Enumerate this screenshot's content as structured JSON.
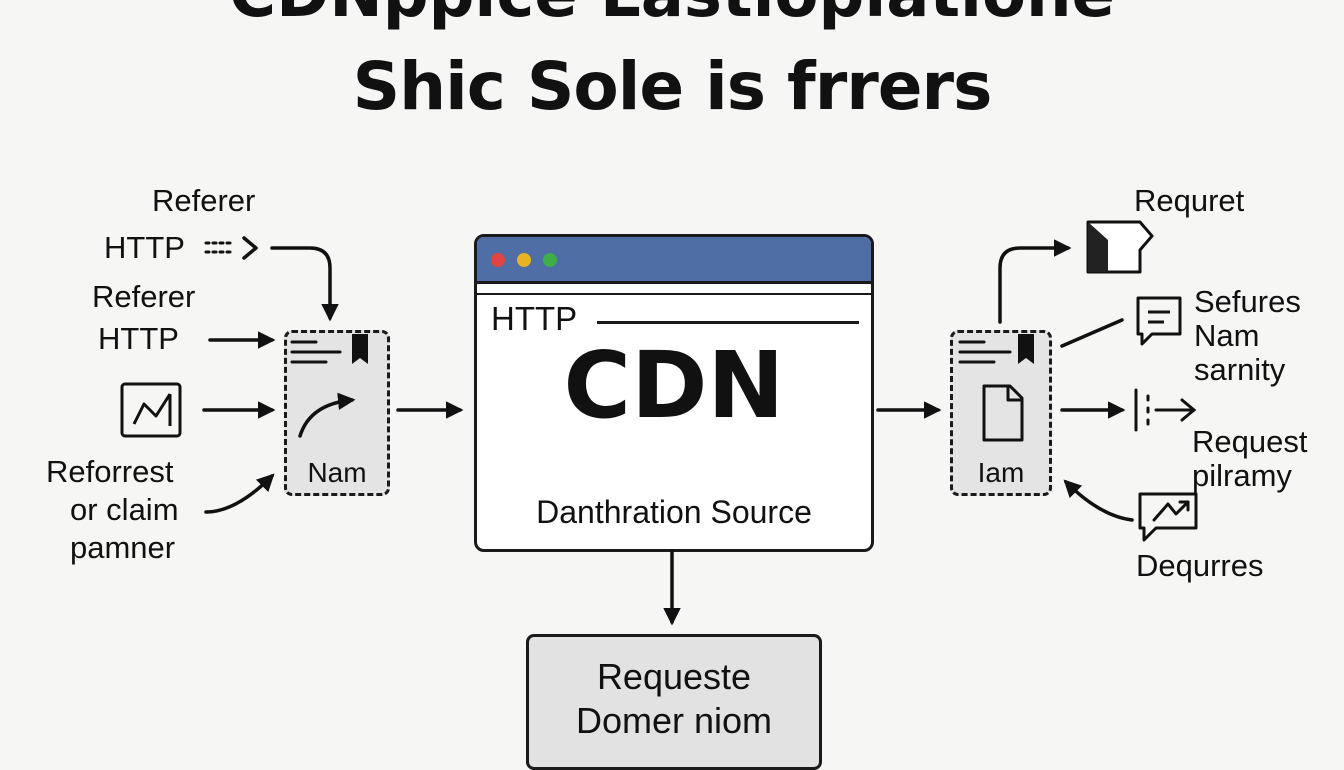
{
  "title": {
    "line1": "CDNppice Lastioplatione",
    "line2": "Shic Sole is frrers"
  },
  "left_labels": {
    "referer_1": "Referer",
    "http_1": "HTTP",
    "referer_2": "Referer",
    "http_2": "HTTP",
    "reforrest": "Reforrest",
    "or_claim": "or claim",
    "pamner": "pamner"
  },
  "left_panel": {
    "label": "Nam"
  },
  "cdn_window": {
    "http": "HTTP",
    "cdn": "CDN",
    "source": "Danthration Source"
  },
  "right_panel": {
    "label": "Iam"
  },
  "right_labels": {
    "requret": "Requret",
    "sefures": "Sefures",
    "nam": "Nam",
    "sarnity": "sarnity",
    "request": "Request",
    "pilramy": "pilramy",
    "dequrres": "Dequrres"
  },
  "bottom_box": {
    "line1": "Requeste",
    "line2": "Domer niom"
  },
  "colors": {
    "window_bar": "#4f6ea6",
    "dot_red": "#e0443e",
    "dot_yellow": "#e6b422",
    "dot_green": "#3fae49",
    "panel_fill": "#e4e4e4"
  },
  "icons": [
    "chart-icon",
    "arrow-curve-icon",
    "folder-icon",
    "chat-icon",
    "document-icon",
    "chat-arrow-icon",
    "bar-arrow-icon"
  ]
}
